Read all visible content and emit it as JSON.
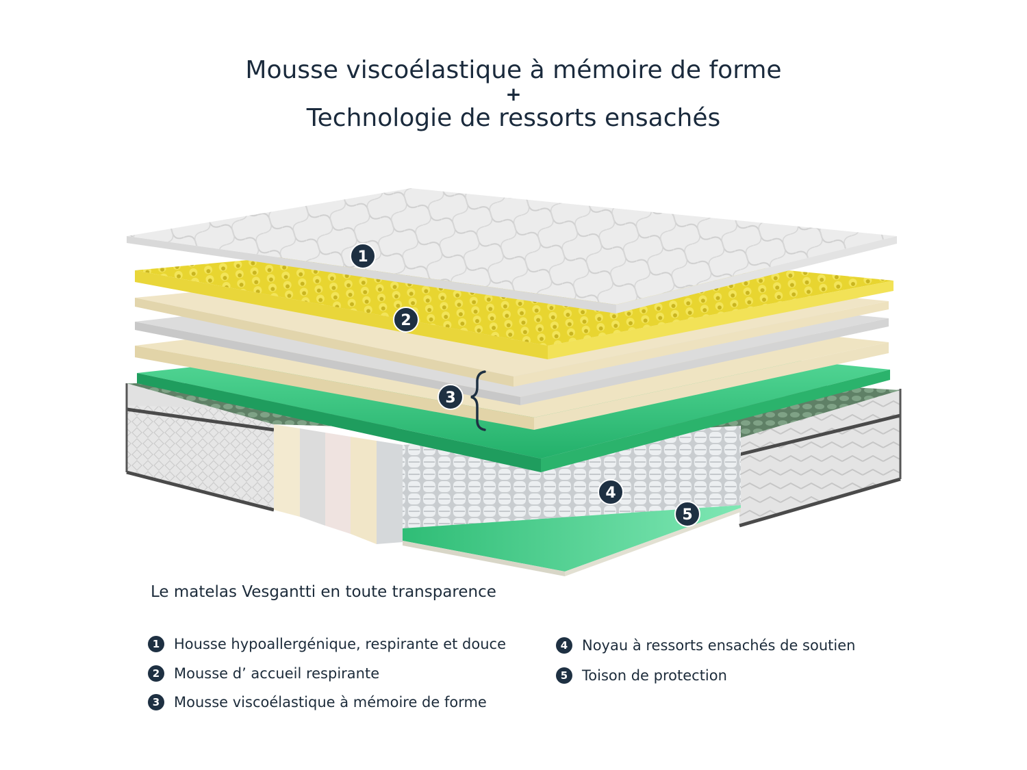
{
  "title": {
    "line1": "Mousse viscoélastique à mémoire de forme",
    "plus": "+",
    "line2": "Technologie de ressorts ensachés"
  },
  "diagram": {
    "markers": [
      "1",
      "2",
      "3",
      "4",
      "5"
    ],
    "colors": {
      "marker": "#1e3042",
      "cover": "#ececec",
      "egg_foam": "#e8d530",
      "memory_foam": "#f0e6cc",
      "grey_foam": "#dedede",
      "green_layer": "#35c77e",
      "springs": "#d9dcdf",
      "border_fabric": "#e6e6e6",
      "piping": "#4a4a4a"
    }
  },
  "subtitle": "Le matelas Vesgantti en toute transparence",
  "legend": [
    {
      "num": "1",
      "text": "Housse hypoallergénique, respirante et douce"
    },
    {
      "num": "2",
      "text": "Mousse d’  accueil respirante"
    },
    {
      "num": "3",
      "text": "Mousse viscoélastique à mémoire de forme"
    },
    {
      "num": "4",
      "text": "Noyau à ressorts ensachés de soutien"
    },
    {
      "num": "5",
      "text": "Toison de protection"
    }
  ]
}
